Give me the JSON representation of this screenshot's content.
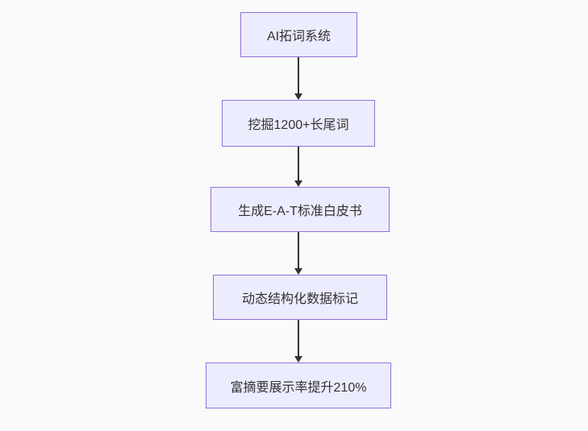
{
  "diagram": {
    "type": "flowchart",
    "direction": "top-down",
    "nodes": [
      {
        "id": "A",
        "label": "AI拓词系统"
      },
      {
        "id": "B",
        "label": "挖掘1200+长尾词"
      },
      {
        "id": "C",
        "label": "生成E-A-T标准白皮书"
      },
      {
        "id": "D",
        "label": "动态结构化数据标记"
      },
      {
        "id": "E",
        "label": "富摘要展示率提升210%"
      }
    ],
    "edges": [
      {
        "from": "A",
        "to": "B"
      },
      {
        "from": "B",
        "to": "C"
      },
      {
        "from": "C",
        "to": "D"
      },
      {
        "from": "D",
        "to": "E"
      }
    ]
  },
  "colors": {
    "background": "#fafafa",
    "node_fill": "#ececff",
    "node_border": "#9370db",
    "node_text": "#333333",
    "arrow": "#333333"
  }
}
